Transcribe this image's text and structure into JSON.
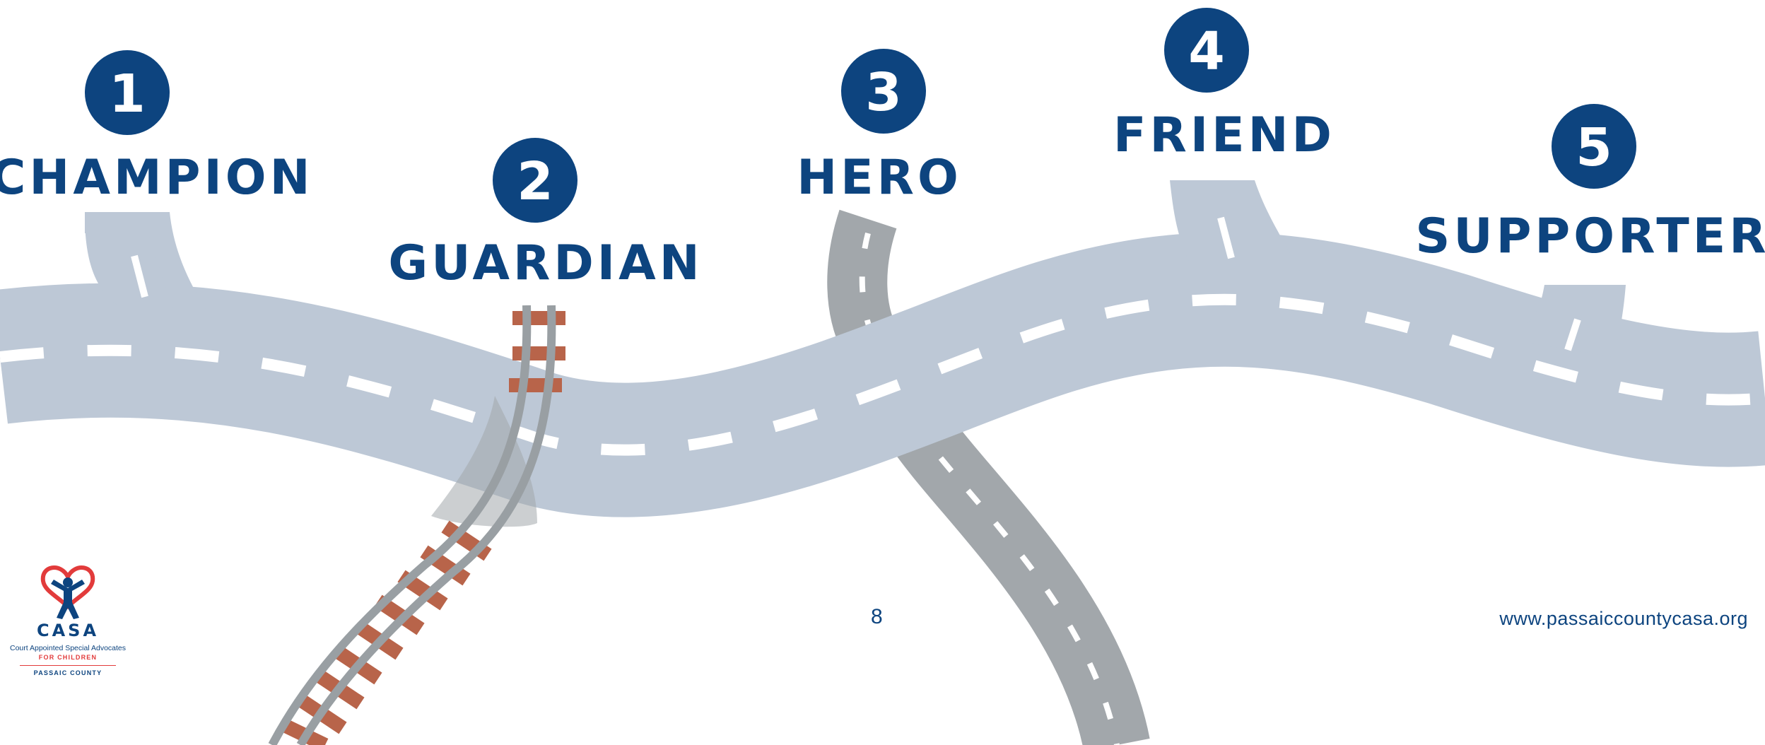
{
  "steps": [
    {
      "number": "1",
      "label": "CHAMPION"
    },
    {
      "number": "2",
      "label": "GUARDIAN"
    },
    {
      "number": "3",
      "label": "HERO"
    },
    {
      "number": "4",
      "label": "FRIEND"
    },
    {
      "number": "5",
      "label": "SUPPORTER"
    }
  ],
  "footer": {
    "page_number": "8",
    "website": "www.passaiccountycasa.org"
  },
  "logo": {
    "name": "CASA",
    "subtitle": "Court Appointed Special Advocates",
    "for_line": "FOR CHILDREN",
    "county": "PASSAIC COUNTY"
  },
  "colors": {
    "brand_blue": "#0d447f",
    "road_light": "#bdc8d6",
    "road_gray": "#a2a7ab",
    "rail_ties": "#b8644a",
    "logo_red": "#e23b3b"
  }
}
